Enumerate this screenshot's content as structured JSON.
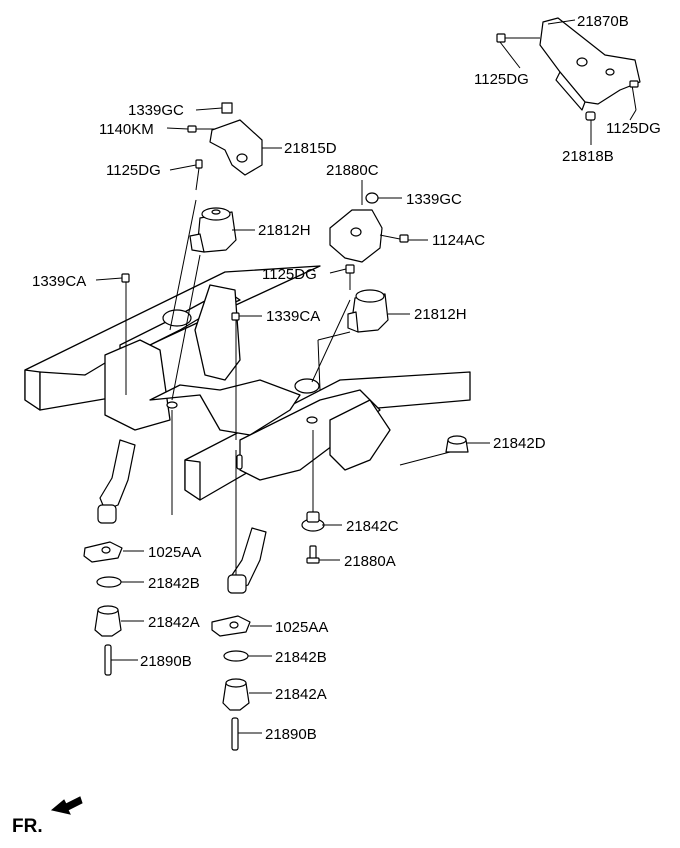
{
  "labels": {
    "p21870B": "21870B",
    "p1125DG_a": "1125DG",
    "p1125DG_b": "1125DG",
    "p21818B": "21818B",
    "p1339GC_a": "1339GC",
    "p1140KM": "1140KM",
    "p21815D": "21815D",
    "p1125DG_c": "1125DG",
    "p21880C": "21880C",
    "p1339GC_b": "1339GC",
    "p21812H_a": "21812H",
    "p1124AC": "1124AC",
    "p1339CA_a": "1339CA",
    "p1125DG_d": "1125DG",
    "p1339CA_b": "1339CA",
    "p21812H_b": "21812H",
    "p21842D": "21842D",
    "p21842C": "21842C",
    "p21880A": "21880A",
    "p1025AA_a": "1025AA",
    "p21842B_a": "21842B",
    "p21842A_a": "21842A",
    "p21890B_a": "21890B",
    "p1025AA_b": "1025AA",
    "p21842B_b": "21842B",
    "p21842A_b": "21842A",
    "p21890B_b": "21890B"
  },
  "direction": {
    "fr": "FR.",
    "arrow_icon": "direction-arrow-icon"
  },
  "colors": {
    "line": "#000000",
    "background": "#ffffff"
  }
}
